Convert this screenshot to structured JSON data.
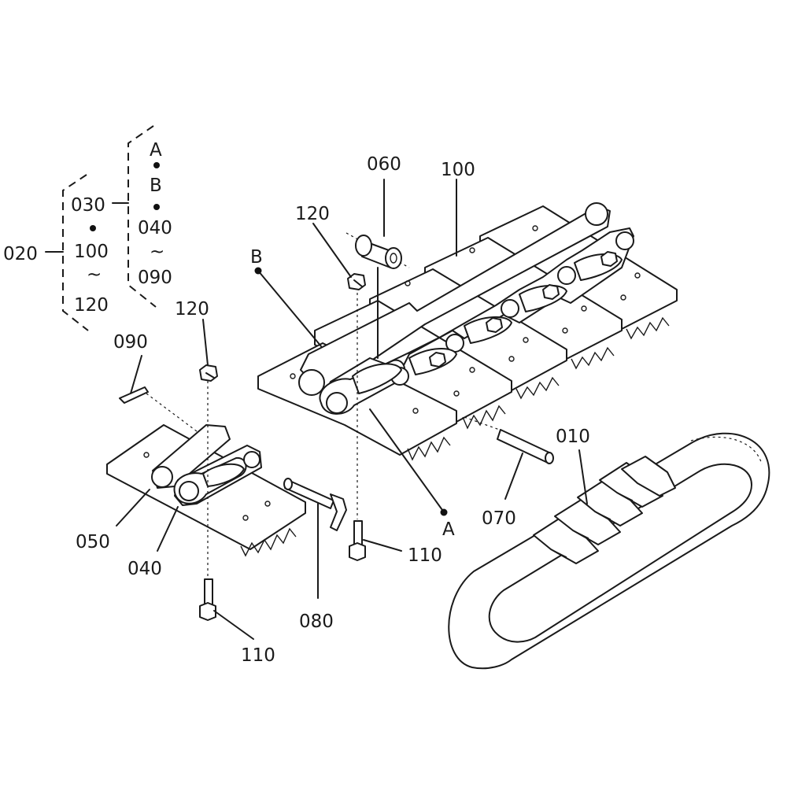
{
  "labels": {
    "l020": "020",
    "l030": "030",
    "l100_group": "100",
    "l120_group": "120",
    "lA_group": "A",
    "lB_group": "B",
    "l040_group": "040",
    "l090_group": "090",
    "tilde_a": "~",
    "tilde_b": "~",
    "l060": "060",
    "l100": "100",
    "l120_top": "120",
    "lB_chain": "B",
    "l120_left": "120",
    "l090": "090",
    "l050": "050",
    "l040": "040",
    "l080": "080",
    "l110_left": "110",
    "l110_right": "110",
    "lA_chain": "A",
    "l070": "070",
    "l010": "010"
  },
  "colors": {
    "ink": "#1a1a1a",
    "paper": "#ffffff"
  }
}
